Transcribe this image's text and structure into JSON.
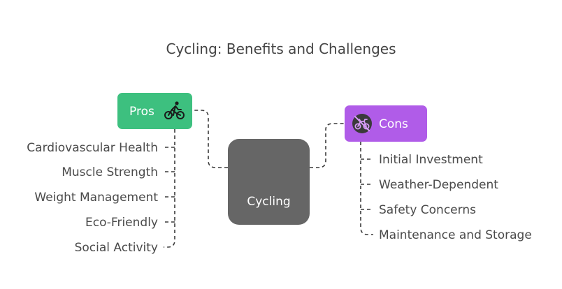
{
  "title": "Cycling: Benefits and Challenges",
  "center": {
    "label": "Cycling",
    "color": "#666666"
  },
  "pros": {
    "label": "Pros",
    "color": "#3DC07F",
    "icon": "bicycle-rider-icon",
    "items": [
      "Cardiovascular Health",
      "Muscle Strength",
      "Weight Management",
      "Eco-Friendly",
      "Social Activity"
    ]
  },
  "cons": {
    "label": "Cons",
    "color": "#B05CE8",
    "icon": "no-bicycle-icon",
    "items": [
      "Initial Investment",
      "Weather-Dependent",
      "Safety Concerns",
      "Maintenance and Storage"
    ]
  }
}
